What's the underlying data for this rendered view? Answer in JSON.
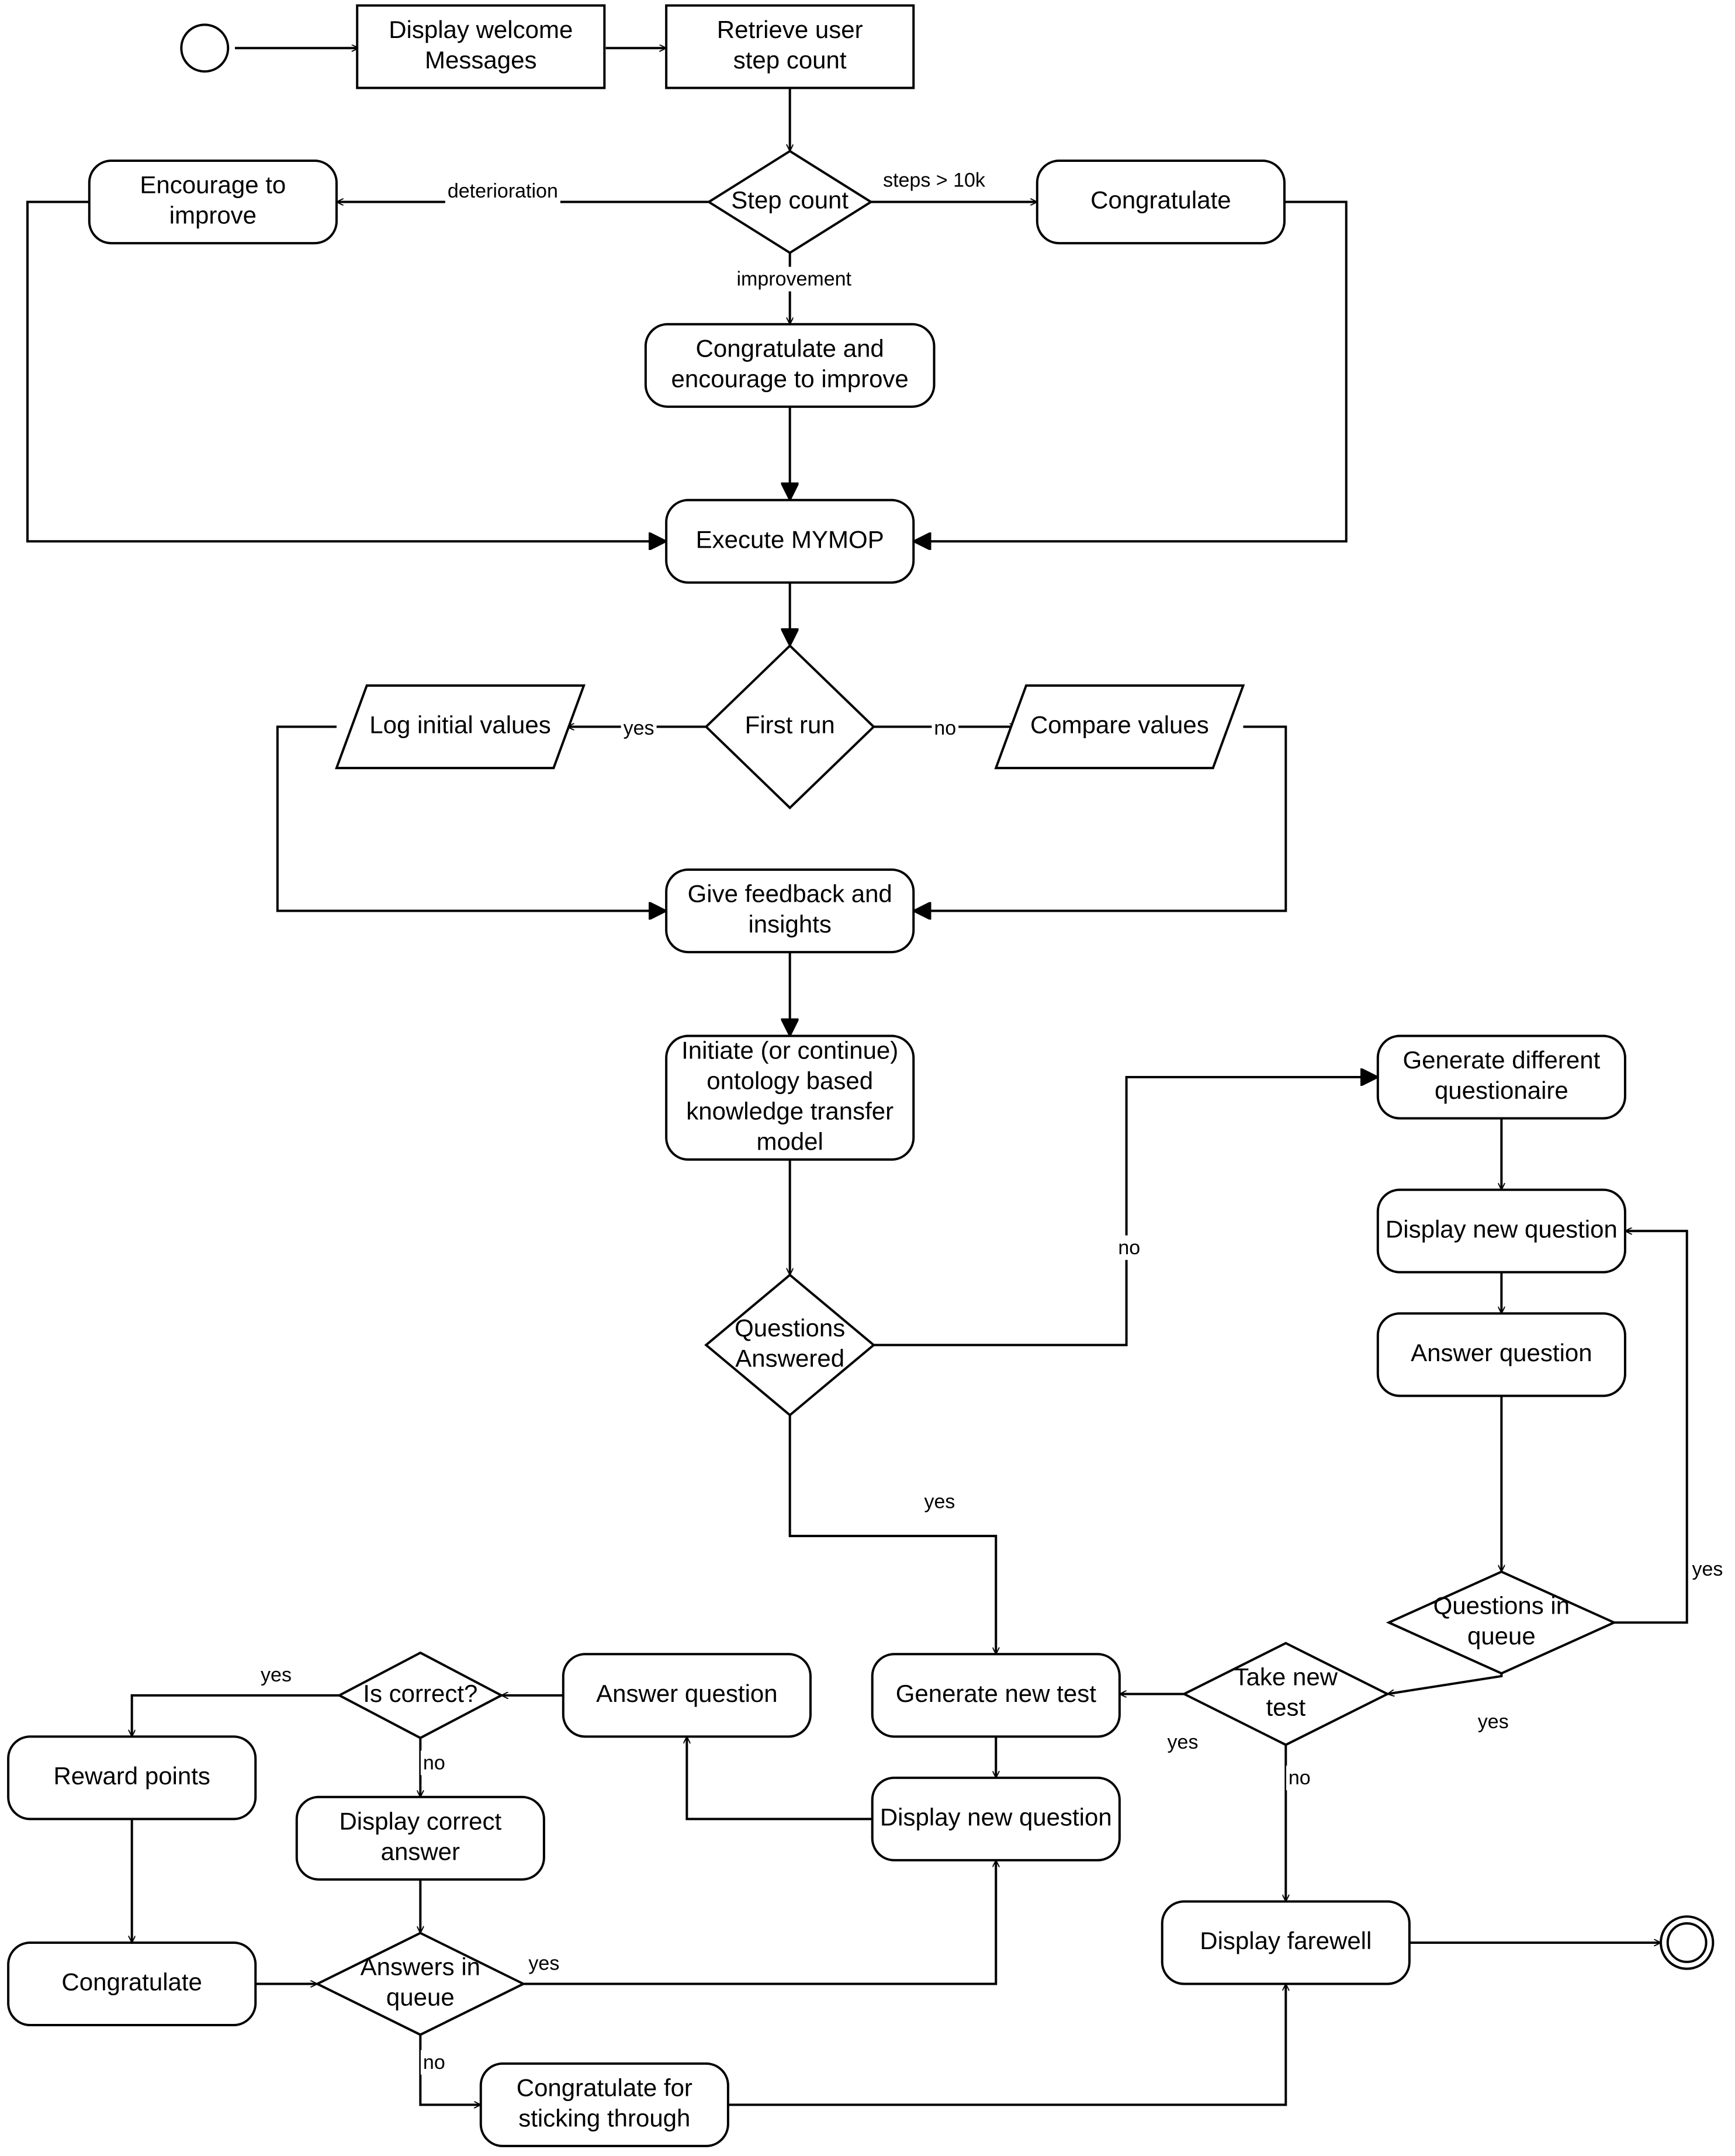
{
  "nodes": {
    "start": {
      "type": "start"
    },
    "welcome": {
      "type": "box",
      "lines": [
        "Display welcome",
        "Messages"
      ]
    },
    "retrieve": {
      "type": "box",
      "lines": [
        "Retrieve user",
        "step count"
      ]
    },
    "stepcount": {
      "type": "decision",
      "lines": [
        "Step count"
      ]
    },
    "encourage": {
      "type": "rounded",
      "lines": [
        "Encourage to",
        "improve"
      ]
    },
    "congratulate1": {
      "type": "rounded",
      "lines": [
        "Congratulate"
      ]
    },
    "congrat_improve": {
      "type": "rounded",
      "lines": [
        "Congratulate and",
        "encourage to improve"
      ]
    },
    "mymop": {
      "type": "rounded",
      "lines": [
        "Execute MYMOP"
      ]
    },
    "firstrun": {
      "type": "decision",
      "lines": [
        "First run"
      ]
    },
    "log": {
      "type": "parallelogram",
      "lines": [
        "Log initial values"
      ]
    },
    "compare": {
      "type": "parallelogram",
      "lines": [
        "Compare values"
      ]
    },
    "feedback": {
      "type": "rounded",
      "lines": [
        "Give feedback and",
        "insights"
      ]
    },
    "initiate": {
      "type": "rounded",
      "lines": [
        "Initiate (or continue)",
        "ontology based",
        "knowledge transfer",
        "model"
      ]
    },
    "qanswered": {
      "type": "decision",
      "lines": [
        "Questions",
        "Answered"
      ]
    },
    "gen_questionaire": {
      "type": "rounded",
      "lines": [
        "Generate different",
        "questionaire"
      ]
    },
    "display_q_right": {
      "type": "rounded",
      "lines": [
        "Display new question"
      ]
    },
    "answer_q_right": {
      "type": "rounded",
      "lines": [
        "Answer question"
      ]
    },
    "q_in_queue": {
      "type": "decision",
      "lines": [
        "Questions in",
        "queue"
      ]
    },
    "take_new_test": {
      "type": "decision",
      "lines": [
        "Take new",
        "test"
      ]
    },
    "gen_new_test": {
      "type": "rounded",
      "lines": [
        "Generate new test"
      ]
    },
    "display_q_mid": {
      "type": "rounded",
      "lines": [
        "Display new question"
      ]
    },
    "answer_q_mid": {
      "type": "rounded",
      "lines": [
        "Answer question"
      ]
    },
    "is_correct": {
      "type": "decision",
      "lines": [
        "Is correct?"
      ]
    },
    "reward": {
      "type": "rounded",
      "lines": [
        "Reward points"
      ]
    },
    "display_correct": {
      "type": "rounded",
      "lines": [
        "Display correct",
        "answer"
      ]
    },
    "congratulate2": {
      "type": "rounded",
      "lines": [
        "Congratulate"
      ]
    },
    "answers_in_queue": {
      "type": "decision",
      "lines": [
        "Answers in",
        "queue"
      ]
    },
    "congrat_sticking": {
      "type": "rounded",
      "lines": [
        "Congratulate for",
        "sticking through"
      ]
    },
    "farewell": {
      "type": "rounded",
      "lines": [
        "Display farewell"
      ]
    },
    "end": {
      "type": "end"
    }
  },
  "edges": [
    {
      "from": "start",
      "to": "welcome",
      "label": ""
    },
    {
      "from": "welcome",
      "to": "retrieve",
      "label": ""
    },
    {
      "from": "retrieve",
      "to": "stepcount",
      "label": ""
    },
    {
      "from": "stepcount",
      "to": "encourage",
      "label": "deterioration"
    },
    {
      "from": "stepcount",
      "to": "congratulate1",
      "label": "steps > 10k"
    },
    {
      "from": "stepcount",
      "to": "congrat_improve",
      "label": "improvement"
    },
    {
      "from": "congrat_improve",
      "to": "mymop",
      "label": ""
    },
    {
      "from": "encourage",
      "to": "mymop",
      "label": ""
    },
    {
      "from": "congratulate1",
      "to": "mymop",
      "label": ""
    },
    {
      "from": "mymop",
      "to": "firstrun",
      "label": ""
    },
    {
      "from": "firstrun",
      "to": "log",
      "label": "yes"
    },
    {
      "from": "firstrun",
      "to": "compare",
      "label": "no"
    },
    {
      "from": "log",
      "to": "feedback",
      "label": ""
    },
    {
      "from": "compare",
      "to": "feedback",
      "label": ""
    },
    {
      "from": "feedback",
      "to": "initiate",
      "label": ""
    },
    {
      "from": "initiate",
      "to": "qanswered",
      "label": ""
    },
    {
      "from": "qanswered",
      "to": "gen_questionaire",
      "label": "no"
    },
    {
      "from": "qanswered",
      "to": "gen_new_test",
      "label": "yes"
    },
    {
      "from": "gen_questionaire",
      "to": "display_q_right",
      "label": ""
    },
    {
      "from": "display_q_right",
      "to": "answer_q_right",
      "label": ""
    },
    {
      "from": "answer_q_right",
      "to": "q_in_queue",
      "label": ""
    },
    {
      "from": "q_in_queue",
      "to": "display_q_right",
      "label": "yes"
    },
    {
      "from": "q_in_queue",
      "to": "take_new_test",
      "label": "yes"
    },
    {
      "from": "take_new_test",
      "to": "gen_new_test",
      "label": "yes"
    },
    {
      "from": "take_new_test",
      "to": "farewell",
      "label": "no"
    },
    {
      "from": "gen_new_test",
      "to": "display_q_mid",
      "label": ""
    },
    {
      "from": "display_q_mid",
      "to": "answer_q_mid",
      "label": ""
    },
    {
      "from": "answer_q_mid",
      "to": "is_correct",
      "label": ""
    },
    {
      "from": "is_correct",
      "to": "reward",
      "label": "yes"
    },
    {
      "from": "is_correct",
      "to": "display_correct",
      "label": "no"
    },
    {
      "from": "reward",
      "to": "congratulate2",
      "label": ""
    },
    {
      "from": "display_correct",
      "to": "answers_in_queue",
      "label": ""
    },
    {
      "from": "congratulate2",
      "to": "answers_in_queue",
      "label": ""
    },
    {
      "from": "answers_in_queue",
      "to": "display_q_mid",
      "label": "yes"
    },
    {
      "from": "answers_in_queue",
      "to": "congrat_sticking",
      "label": "no"
    },
    {
      "from": "congrat_sticking",
      "to": "farewell",
      "label": ""
    },
    {
      "from": "farewell",
      "to": "end",
      "label": ""
    }
  ]
}
